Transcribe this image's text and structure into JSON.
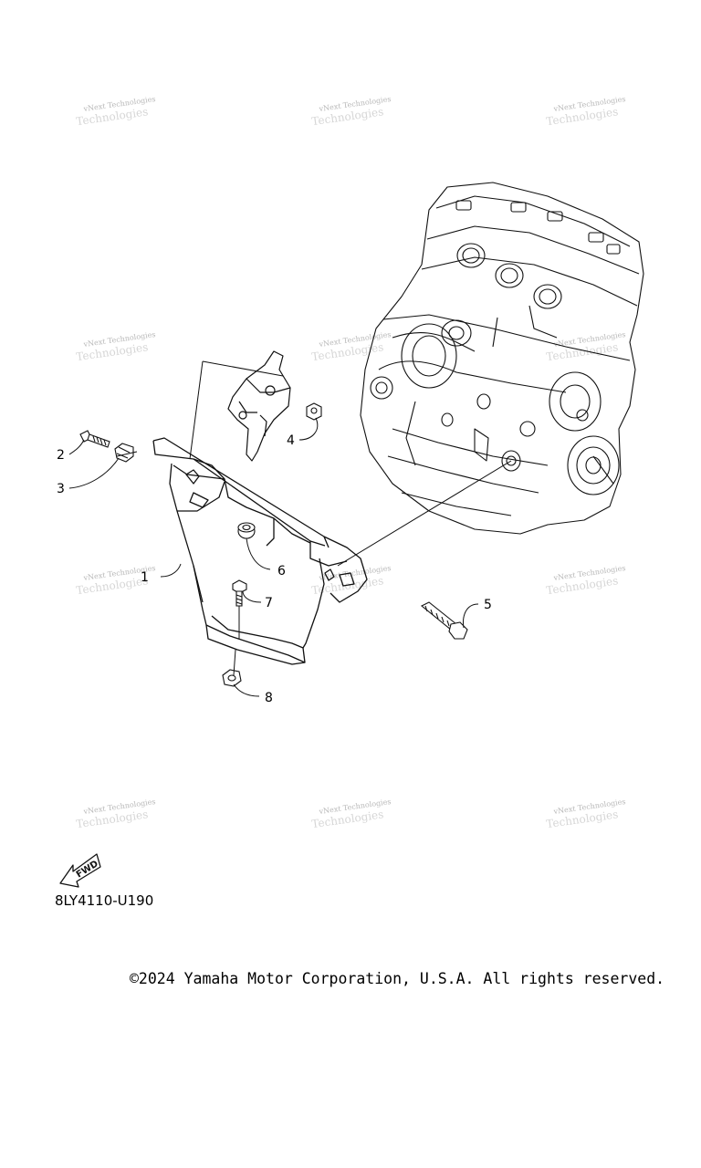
{
  "diagram": {
    "callouts": [
      "1",
      "2",
      "3",
      "4",
      "5",
      "6",
      "7",
      "8"
    ],
    "fwd_label": "FWD",
    "part_code": "8LY4110-U190",
    "copyright": "©2024 Yamaha Motor Corporation, U.S.A. All rights reserved.",
    "watermark": {
      "line1": "vNext Technologies",
      "line2": "Technologies"
    }
  }
}
